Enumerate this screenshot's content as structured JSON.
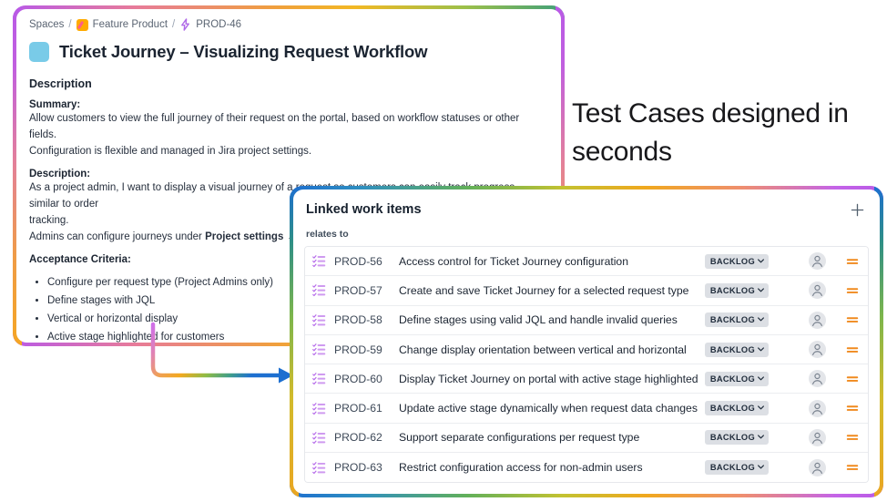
{
  "issue_card": {
    "breadcrumb": {
      "spaces_label": "Spaces",
      "sep": "/",
      "feature_icon": "feature-product-icon",
      "feature_label": "Feature Product",
      "issue_icon": "story-bolt-icon",
      "issue_key": "PROD-46"
    },
    "title_icon": "blue-square-icon",
    "title": "Ticket Journey – Visualizing Request Workflow",
    "description_heading": "Description",
    "summary_heading": "Summary:",
    "summary_lines": [
      "Allow customers to view the full journey of their request on the portal, based on workflow statuses or other fields.",
      "Configuration is flexible and managed in Jira project settings."
    ],
    "description_heading_2": "Description:",
    "description_lines": [
      "As a project admin, I want to display a visual journey of a request so customers can easily track progress, similar to order",
      "tracking."
    ],
    "admins_line_prefix": "Admins can configure journeys under ",
    "admins_line_bold": "Project settings → Apps",
    "acceptance_heading": "Acceptance Criteria:",
    "acceptance_items": [
      "Configure per request type (Project Admins only)",
      "Define stages with JQL",
      "Vertical or horizontal display",
      "Active stage highlighted for customers"
    ]
  },
  "headline": "Test Cases designed in seconds",
  "linked_card": {
    "title": "Linked work items",
    "add_icon": "plus-icon",
    "relation_label": "relates to",
    "status_chevron": "⌄",
    "rows": [
      {
        "icon": "subtask-icon",
        "key": "PROD-56",
        "summary": "Access control for Ticket Journey configuration",
        "status": "BACKLOG",
        "avatar": "person-icon",
        "priority": "medium-priority-icon"
      },
      {
        "icon": "subtask-icon",
        "key": "PROD-57",
        "summary": "Create and save Ticket Journey for a selected request type",
        "status": "BACKLOG",
        "avatar": "person-icon",
        "priority": "medium-priority-icon"
      },
      {
        "icon": "subtask-icon",
        "key": "PROD-58",
        "summary": "Define stages using valid JQL and handle invalid queries",
        "status": "BACKLOG",
        "avatar": "person-icon",
        "priority": "medium-priority-icon"
      },
      {
        "icon": "subtask-icon",
        "key": "PROD-59",
        "summary": "Change display orientation between vertical and horizontal",
        "status": "BACKLOG",
        "avatar": "person-icon",
        "priority": "medium-priority-icon"
      },
      {
        "icon": "subtask-icon",
        "key": "PROD-60",
        "summary": "Display Ticket Journey on portal with active stage highlighted",
        "status": "BACKLOG",
        "avatar": "person-icon",
        "priority": "medium-priority-icon"
      },
      {
        "icon": "subtask-icon",
        "key": "PROD-61",
        "summary": "Update active stage dynamically when request data changes",
        "status": "BACKLOG",
        "avatar": "person-icon",
        "priority": "medium-priority-icon"
      },
      {
        "icon": "subtask-icon",
        "key": "PROD-62",
        "summary": "Support separate configurations per request type",
        "status": "BACKLOG",
        "avatar": "person-icon",
        "priority": "medium-priority-icon"
      },
      {
        "icon": "subtask-icon",
        "key": "PROD-63",
        "summary": "Restrict configuration access for non-admin users",
        "status": "BACKLOG",
        "avatar": "person-icon",
        "priority": "medium-priority-icon"
      }
    ]
  },
  "colors": {
    "accent_purple": "#b95ae6",
    "accent_blue": "#1d6fd0",
    "accent_orange": "#f5a623",
    "accent_green": "#62b05a",
    "title_square": "#79cbe8",
    "badge_bg": "#dcdfe4",
    "priority_orange": "#f08a1e",
    "subtask_purple": "#b66bea"
  }
}
